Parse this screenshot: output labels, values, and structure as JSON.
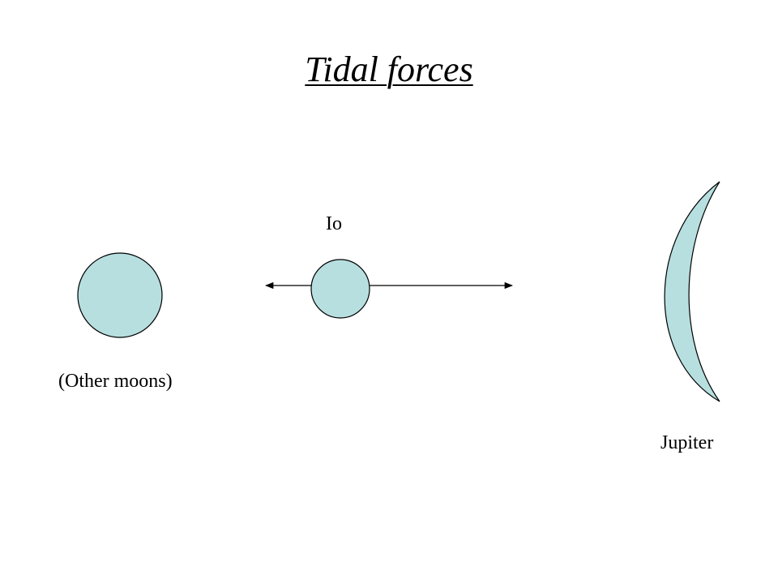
{
  "title": "Tidal forces",
  "labels": {
    "io": "Io",
    "other_moons": "(Other moons)",
    "jupiter": "Jupiter"
  },
  "colors": {
    "body_fill": "#b7dfe0",
    "outline": "#000000"
  },
  "icons": {
    "force_arrows": "double-headed-arrow"
  }
}
